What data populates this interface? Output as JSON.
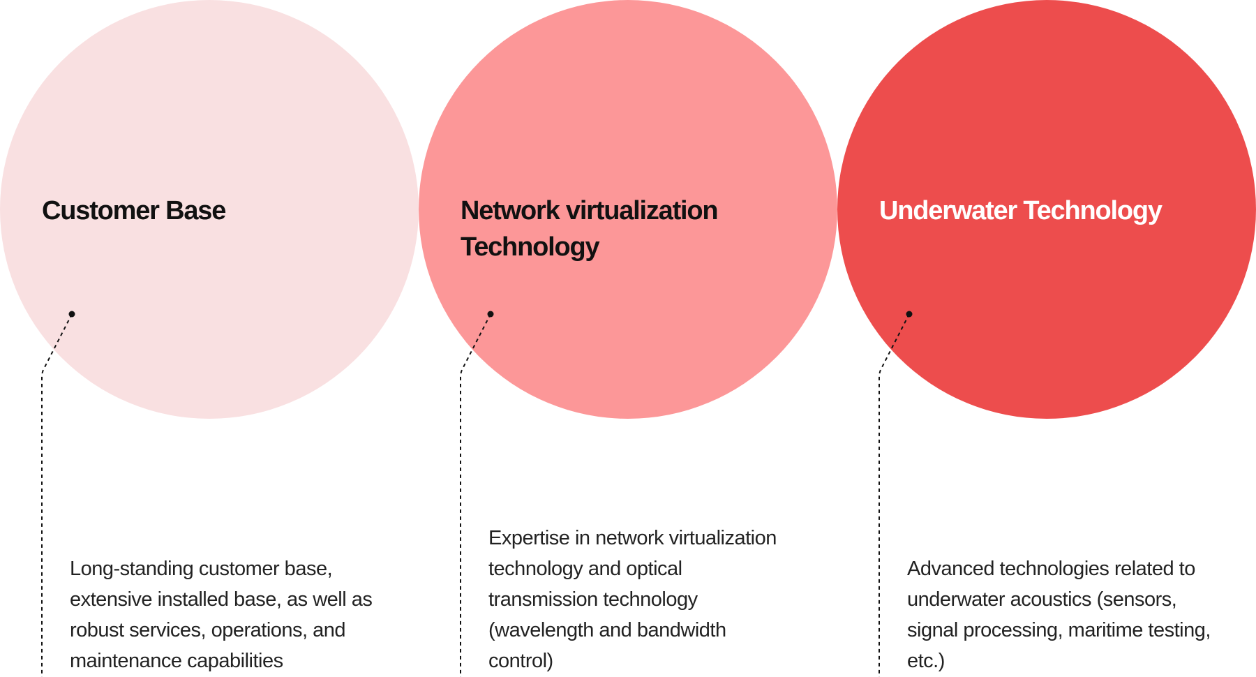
{
  "items": [
    {
      "title": "Customer Base",
      "description": "Long-standing customer base, extensive installed base, as well as robust services, operations, and maintenance capabilities",
      "color": "#f9e0e1",
      "title_color": "#111111"
    },
    {
      "title": "Network virtualization Technology",
      "description": "Expertise in network virtualization technology and optical transmission technology (wavelength and bandwidth control)",
      "color": "#fc9798",
      "title_color": "#111111"
    },
    {
      "title": "Underwater Technology",
      "description": "Advanced technologies related to underwater acoustics (sensors, signal processing, maritime testing, etc.)",
      "color": "#ed4d4d",
      "title_color": "#ffffff"
    }
  ]
}
